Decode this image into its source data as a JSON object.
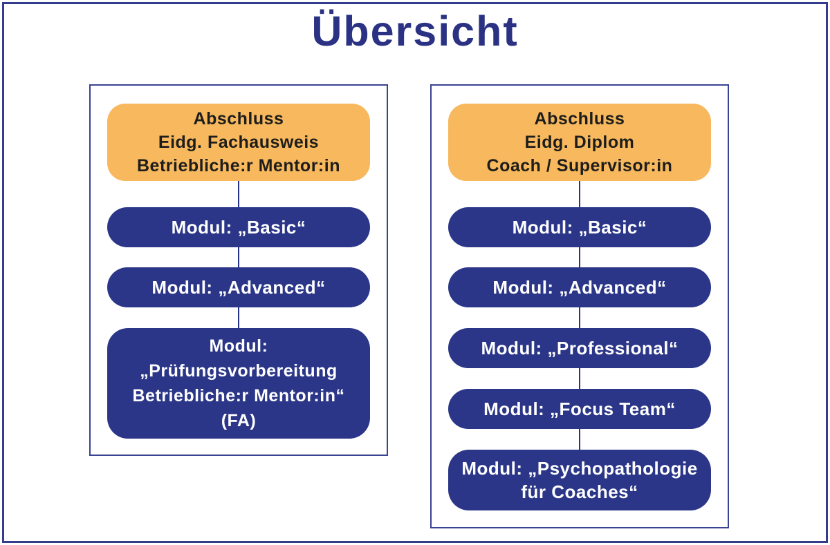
{
  "title": "Übersicht",
  "colors": {
    "navy_box": "#2B3688",
    "panel_border": "#3A4292",
    "frame_border": "#333C8D",
    "title_text": "#2B3283",
    "orange_box": "#F8B85D",
    "dark_text": "#1D1D1B",
    "light_text": "#FFFFFF",
    "background": "#FFFFFF"
  },
  "tracks": [
    {
      "id": "fachausweis-track",
      "abschluss": "Abschluss\nEidg. Fachausweis\nBetriebliche:r Mentor:in",
      "modules": [
        "Modul: „Basic“",
        "Modul: „Advanced“",
        "Modul:\n„Prüfungsvorbereitung\nBetriebliche:r Mentor:in“\n(FA)"
      ]
    },
    {
      "id": "diplom-track",
      "abschluss": "Abschluss\nEidg. Diplom\nCoach / Supervisor:in",
      "modules": [
        "Modul: „Basic“",
        "Modul: „Advanced“",
        "Modul: „Professional“",
        "Modul: „Focus Team“",
        "Modul: „Psychopathologie\nfür Coaches“"
      ]
    }
  ]
}
